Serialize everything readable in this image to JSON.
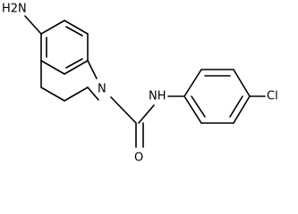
{
  "molecule": {
    "atoms": {
      "amine": "H2N",
      "ring_nitrogen": "N",
      "amide_nh": "NH",
      "carbonyl_oxygen": "O",
      "chlorine": "Cl"
    }
  },
  "colors": {
    "bond": "#000000",
    "label": "#000000",
    "background": "#ffffff"
  }
}
